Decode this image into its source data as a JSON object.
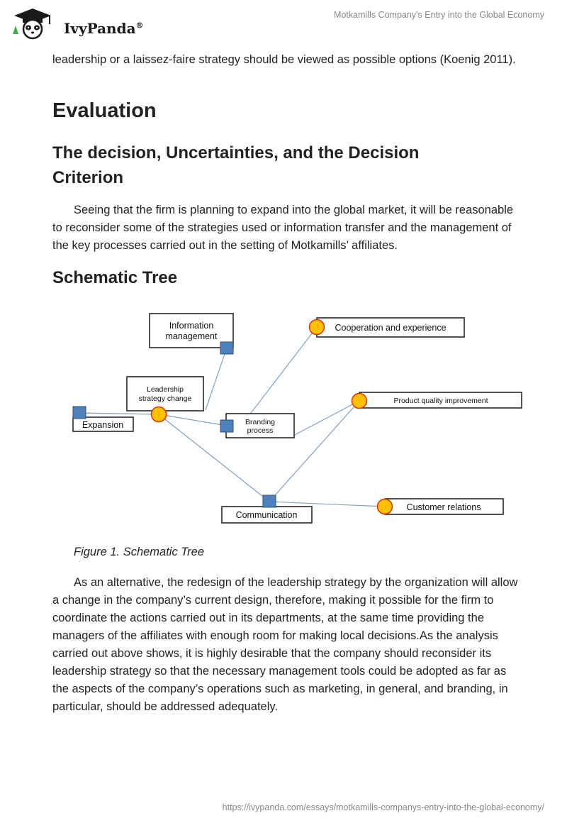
{
  "header": {
    "brand": "IvyPanda",
    "registered_mark": "®",
    "doc_title": "Motkamills Company's Entry into the Global Economy"
  },
  "body": {
    "intro_paragraph": "leadership or a laissez-faire strategy should be viewed as possible options (Koenig 2011).",
    "section_heading": "Evaluation",
    "subsection_heading": "The decision, Uncertainties, and the Decision Criterion",
    "decision_paragraph": "Seeing that the firm is planning to expand into the global market, it will be reasonable to reconsider some of the strategies used or information transfer and the management of the key processes carried out in the setting of Motkamills’ affiliates.",
    "tree_heading": "Schematic Tree",
    "figure_caption": "Figure 1. Schematic Tree",
    "closing_paragraph": "As an alternative, the redesign of the leadership strategy by the organization will allow a change in the company’s current design, therefore, making it possible for the firm to coordinate the actions carried out in its departments, at the same time providing the managers of the affiliates with enough room for making local decisions.As the analysis carried out above shows, it is highly desirable that the company should reconsider its leadership strategy so that the necessary management tools could be adopted as far as the aspects of the company’s operations such as marketing, in general, and branding, in particular, should be addressed adequately."
  },
  "diagram": {
    "nodes": {
      "information_management": [
        "Information",
        "management"
      ],
      "leadership_strategy_change": [
        "Leadership",
        "strategy change"
      ],
      "expansion": "Expansion",
      "branding_process": [
        "Branding",
        "process"
      ],
      "communication": "Communication",
      "cooperation_and_experience": "Cooperation and experience",
      "product_quality_improvement": "Product quality improvement",
      "customer_relations": "Customer relations"
    },
    "colors": {
      "decision_node": "#4f81bd",
      "chance_node": "#ffc000",
      "chance_node_border": "#e03000",
      "edge": "#7f9fbf"
    }
  },
  "footer": {
    "url": "https://ivypanda.com/essays/motkamills-companys-entry-into-the-global-economy/"
  }
}
